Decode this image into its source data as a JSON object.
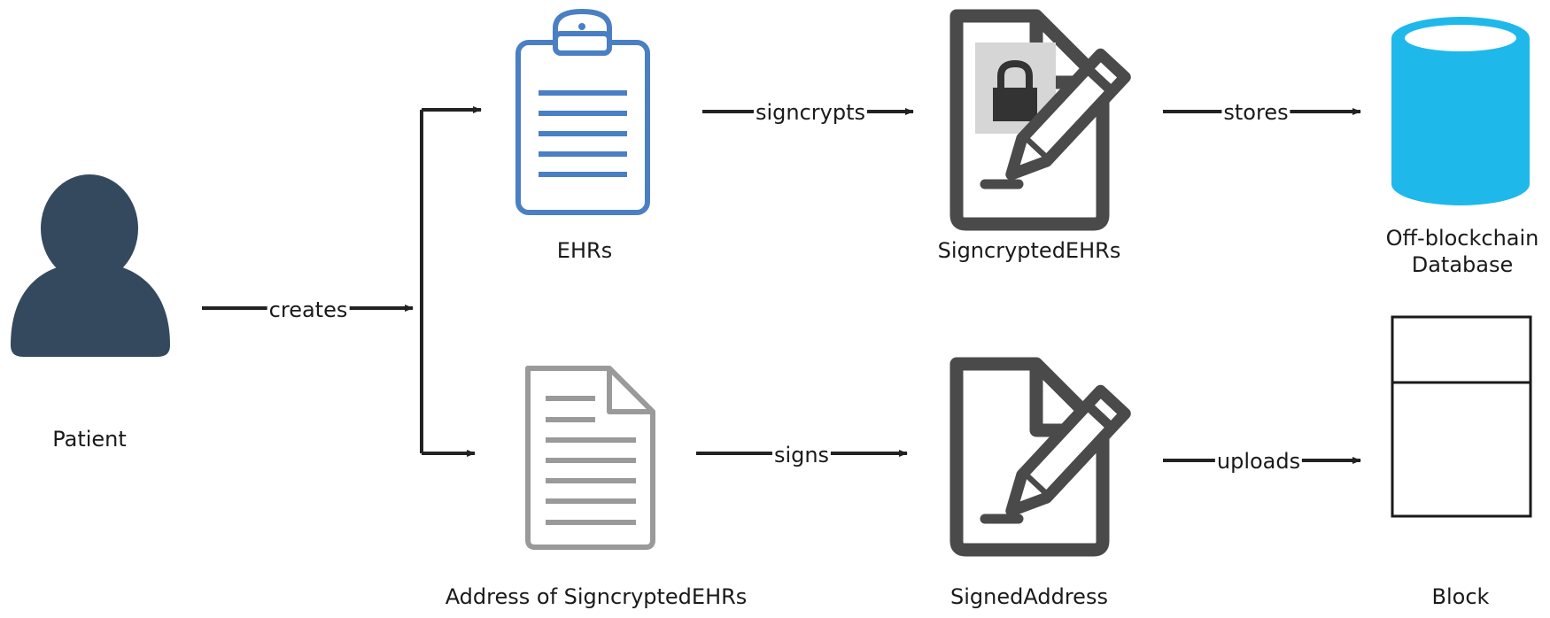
{
  "nodes": {
    "patient": {
      "label": "Patient"
    },
    "ehrs": {
      "label": "EHRs"
    },
    "address": {
      "label": "Address of  SigncryptedEHRs"
    },
    "signcrypted": {
      "label": "SigncryptedEHRs"
    },
    "signed_address": {
      "label": "SignedAddress"
    },
    "database": {
      "label_line1": "Off-blockchain",
      "label_line2": "Database"
    },
    "block": {
      "label": "Block"
    }
  },
  "edges": {
    "creates": "creates",
    "signcrypts": "signcrypts",
    "signs": "signs",
    "stores": "stores",
    "uploads": "uploads"
  },
  "icons": {
    "patient": "user-silhouette-icon",
    "ehrs": "clipboard-icon",
    "address": "document-icon",
    "signcrypted": "locked-signed-document-icon",
    "signed_address": "signed-document-icon",
    "database": "database-cylinder-icon",
    "block": "block-icon"
  },
  "colors": {
    "patient": "#34495e",
    "clipboard": "#4a7fc4",
    "document": "#9a9a9a",
    "signed_doc": "#4a4a4a",
    "lock_bg": "#d6d6d6",
    "database": "#1fb8ea",
    "arrow": "#222222"
  }
}
